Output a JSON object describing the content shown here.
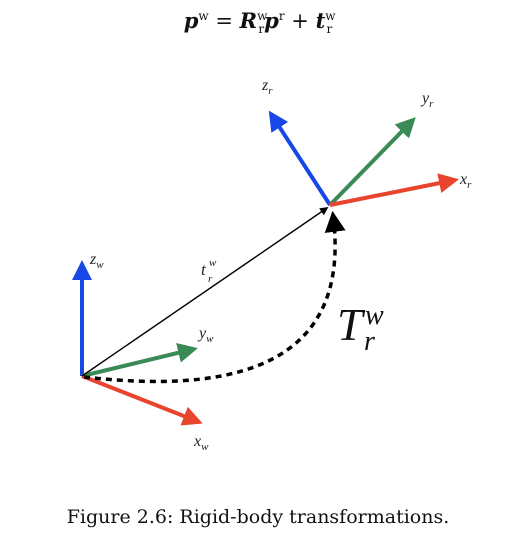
{
  "equation": {
    "p": "p",
    "w": "w",
    "equals": "=",
    "R": "R",
    "r": "r",
    "plus": "+",
    "t": "t"
  },
  "diagram": {
    "world_frame": {
      "x": "x",
      "y": "y",
      "z": "z",
      "sub": "w"
    },
    "robot_frame": {
      "x": "x",
      "y": "y",
      "z": "z",
      "sub": "r"
    },
    "translation": {
      "base": "t",
      "sup": "w",
      "sub": "r"
    },
    "transform": {
      "base": "T",
      "sup": "w",
      "sub": "r"
    },
    "colors": {
      "x_axis": "#e8442e",
      "y_axis": "#3a8a55",
      "z_axis": "#1747e6",
      "vector": "#000000"
    }
  },
  "caption": "Figure 2.6: Rigid-body transformations."
}
